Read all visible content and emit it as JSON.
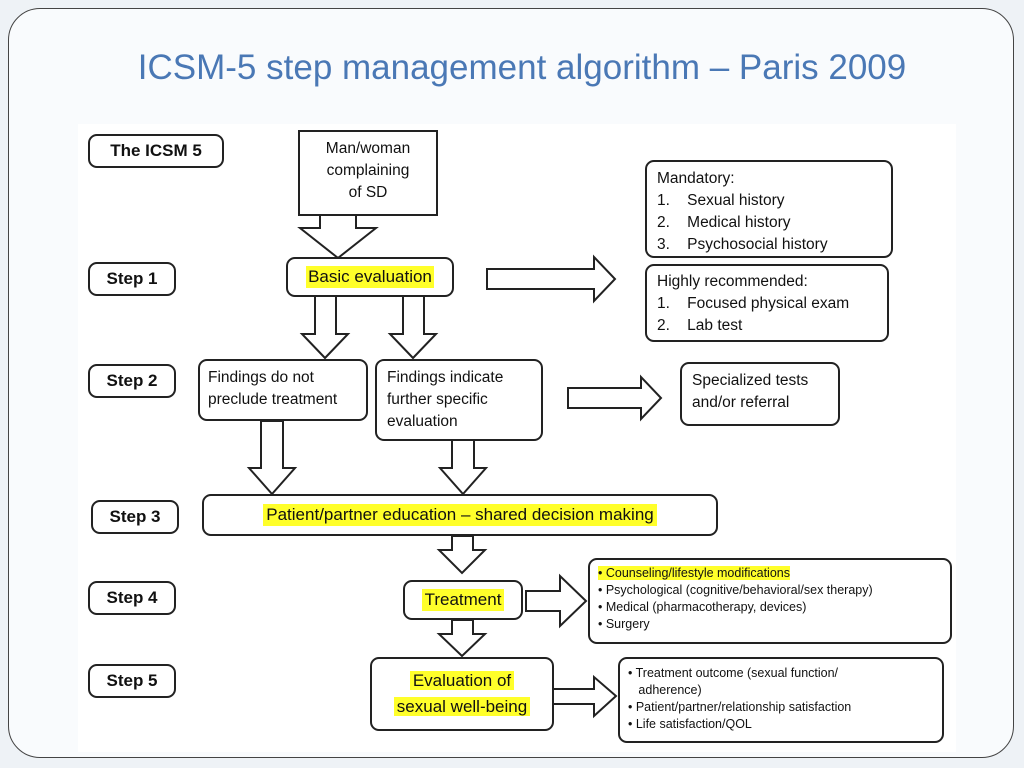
{
  "slide_title": "ICSM-5 step management algorithm – Paris 2009",
  "icsm_label": "The ICSM 5",
  "steps": [
    "Step 1",
    "Step 2",
    "Step 3",
    "Step 4",
    "Step 5"
  ],
  "start_text": [
    "Man/woman",
    "complaining",
    "of SD"
  ],
  "basic_evaluation": "Basic evaluation",
  "mandatory": {
    "heading": "Mandatory:",
    "items": [
      "1.    Sexual history",
      "2.    Medical history",
      "3.    Psychosocial history"
    ]
  },
  "highly_recommended": {
    "heading": "Highly recommended:",
    "items": [
      "1.    Focused physical exam",
      "2.    Lab test"
    ]
  },
  "findings_no": [
    "Findings do not",
    "preclude treatment"
  ],
  "findings_yes": [
    "Findings indicate",
    "further specific",
    "evaluation"
  ],
  "specialized": [
    "Specialized tests",
    "and/or referral"
  ],
  "education": "Patient/partner education – shared decision making",
  "treatment": "Treatment",
  "treatment_options": [
    "• Counseling/lifestyle modifications",
    "• Psychological (cognitive/behavioral/sex therapy)",
    "• Medical (pharmacotherapy, devices)",
    "• Surgery"
  ],
  "evaluation_wellbeing": [
    "Evaluation of",
    "sexual well-being"
  ],
  "outcomes": [
    "• Treatment outcome (sexual function/",
    "   adherence)",
    "• Patient/partner/relationship satisfaction",
    "• Life satisfaction/QOL"
  ],
  "colors": {
    "title": "#4a78b5",
    "highlight": "#ffff2a"
  }
}
